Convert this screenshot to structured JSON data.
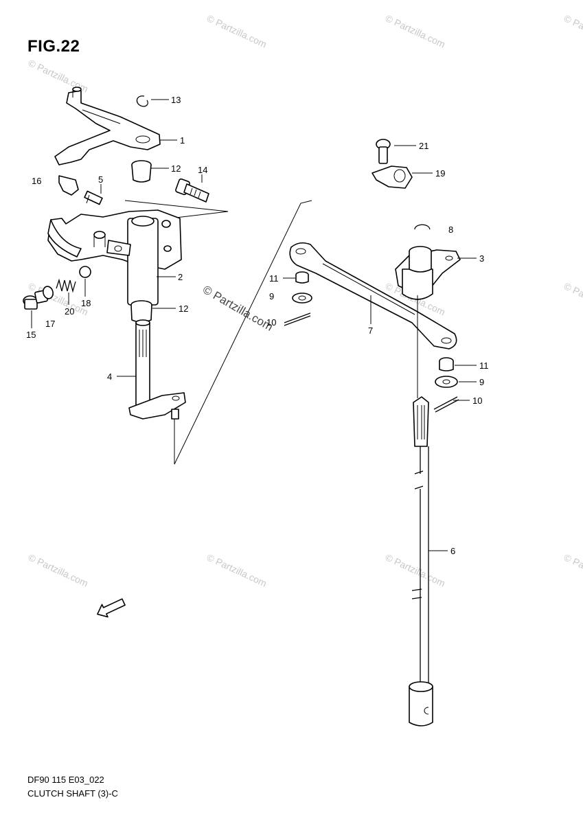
{
  "figure": {
    "title": "FIG.22",
    "code": "DF90 115 E03_022",
    "name": "CLUTCH SHAFT (3)-C"
  },
  "watermark": {
    "repeat_text": "© Partzilla.com",
    "main_text": "© Partzilla.com"
  },
  "callouts": {
    "c1": "1",
    "c2": "2",
    "c3": "3",
    "c4": "4",
    "c5": "5",
    "c6": "6",
    "c7": "7",
    "c8": "8",
    "c9a": "9",
    "c9b": "9",
    "c10a": "10",
    "c10b": "10",
    "c11a": "11",
    "c11b": "11",
    "c12a": "12",
    "c12b": "12",
    "c13": "13",
    "c14": "14",
    "c15": "15",
    "c16": "16",
    "c17": "17",
    "c18": "18",
    "c19": "19",
    "c20": "20",
    "c21": "21"
  },
  "direction_arrow": "FWD",
  "colors": {
    "ink": "#000000",
    "watermark": "#c8c8c8",
    "background": "#ffffff"
  }
}
